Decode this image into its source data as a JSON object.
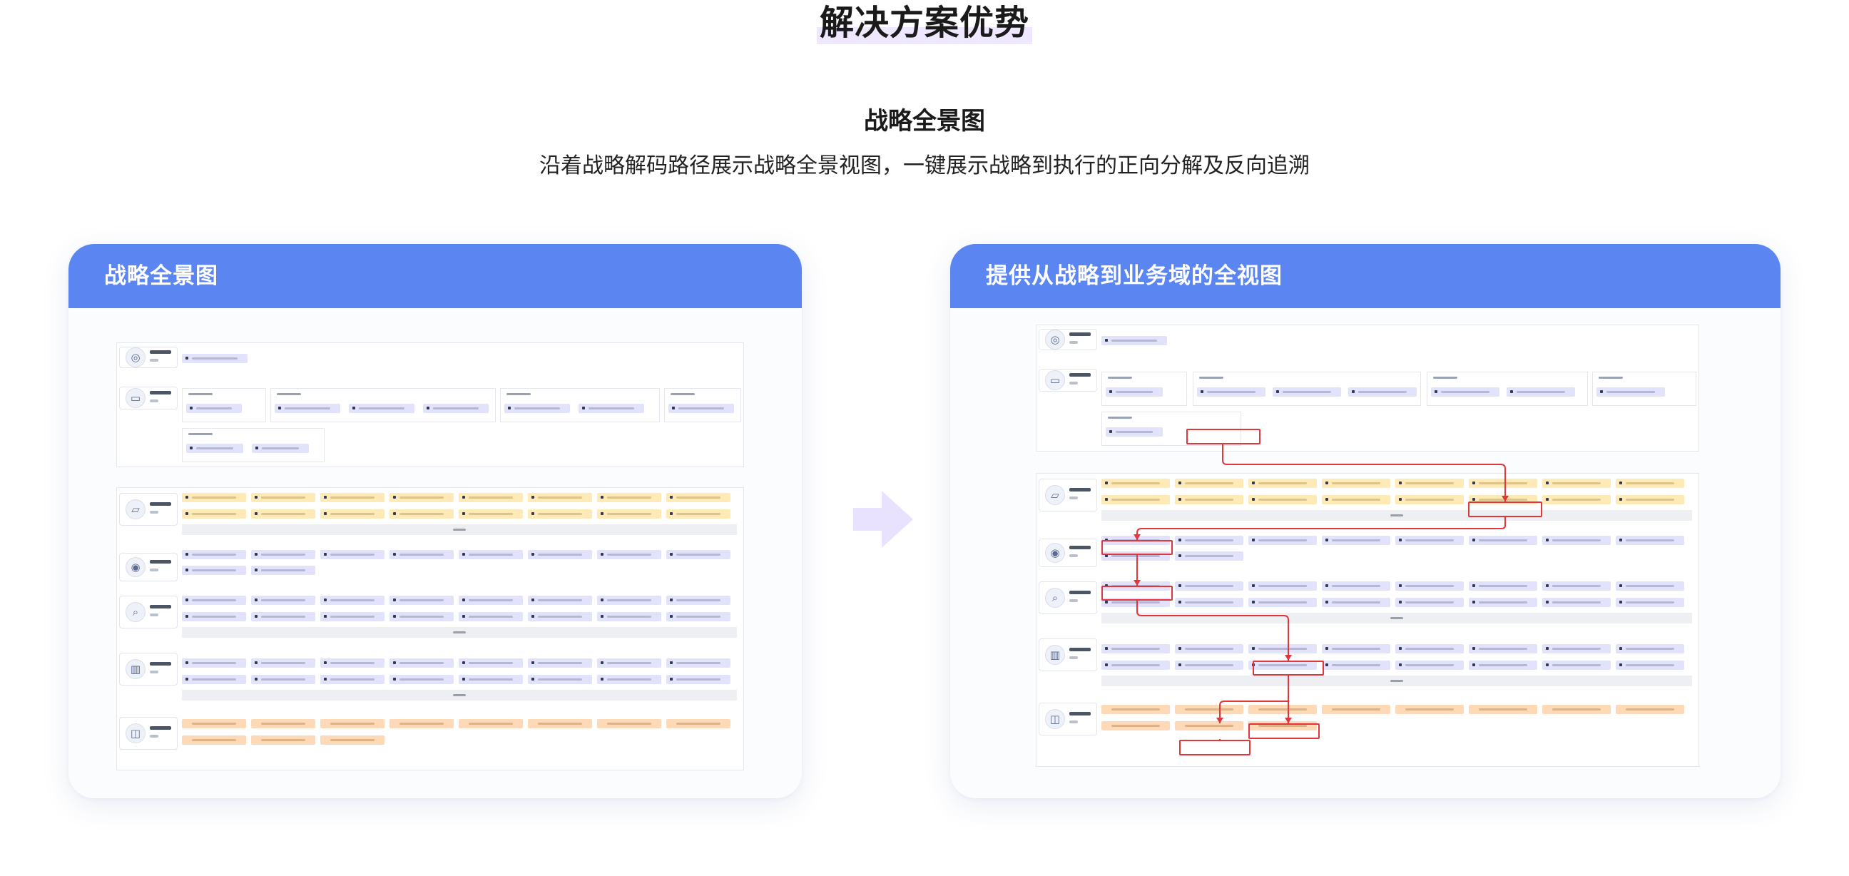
{
  "header": {
    "title": "解决方案优势",
    "subtitle": "战略全景图",
    "description": "沿着战略解码路径展示战略全景视图，一键展示战略到执行的正向分解及反向追溯"
  },
  "cards": {
    "left": {
      "title": "战略全景图"
    },
    "right": {
      "title": "提供从战略到业务域的全视图"
    }
  },
  "colors": {
    "card_header": "#5b86f2",
    "title_highlight": "#efe6ff",
    "arrow": "#e9e2ff",
    "chip_lavender": "#e2e3fb",
    "chip_yellow": "#feeab6",
    "chip_orange": "#fdd9b7",
    "trace_highlight": "#e0363c"
  },
  "icons": [
    "arrow-right-icon",
    "vision-icon",
    "stakeholder-icon",
    "goal-icon",
    "target-icon",
    "strategy-icon",
    "capability-icon",
    "business-domain-icon"
  ]
}
